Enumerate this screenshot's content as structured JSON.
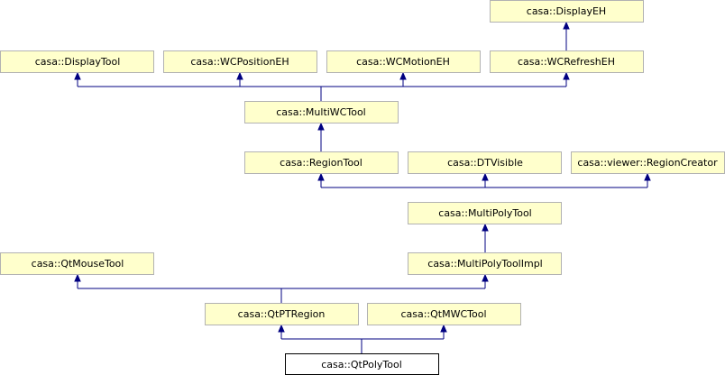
{
  "nodes": {
    "display_eh": "casa::DisplayEH",
    "display_tool": "casa::DisplayTool",
    "wc_position_eh": "casa::WCPositionEH",
    "wc_motion_eh": "casa::WCMotionEH",
    "wc_refresh_eh": "casa::WCRefreshEH",
    "multi_wc_tool": "casa::MultiWCTool",
    "region_tool": "casa::RegionTool",
    "dt_visible": "casa::DTVisible",
    "region_creator": "casa::viewer::RegionCreator",
    "multi_poly_tool": "casa::MultiPolyTool",
    "qt_mouse_tool": "casa::QtMouseTool",
    "multi_poly_tool_impl": "casa::MultiPolyToolImpl",
    "qt_pt_region": "casa::QtPTRegion",
    "qt_mwc_tool": "casa::QtMWCTool",
    "qt_poly_tool": "casa::QtPolyTool"
  },
  "edges": [
    {
      "from": "wc_refresh_eh",
      "to": "display_eh"
    },
    {
      "from": "multi_wc_tool",
      "to": "display_tool"
    },
    {
      "from": "multi_wc_tool",
      "to": "wc_position_eh"
    },
    {
      "from": "multi_wc_tool",
      "to": "wc_motion_eh"
    },
    {
      "from": "multi_wc_tool",
      "to": "wc_refresh_eh"
    },
    {
      "from": "region_tool",
      "to": "multi_wc_tool"
    },
    {
      "from": "multi_poly_tool",
      "to": "region_tool"
    },
    {
      "from": "multi_poly_tool",
      "to": "dt_visible"
    },
    {
      "from": "multi_poly_tool",
      "to": "region_creator"
    },
    {
      "from": "multi_poly_tool_impl",
      "to": "multi_poly_tool"
    },
    {
      "from": "qt_pt_region",
      "to": "qt_mouse_tool"
    },
    {
      "from": "qt_pt_region",
      "to": "multi_poly_tool_impl"
    },
    {
      "from": "qt_poly_tool",
      "to": "qt_pt_region"
    },
    {
      "from": "qt_poly_tool",
      "to": "qt_mwc_tool"
    }
  ],
  "colors": {
    "node_fill": "#ffffcc",
    "node_border": "#b2b2b2",
    "highlight_fill": "#ffffff",
    "highlight_border": "#000000",
    "edge": "#000080"
  }
}
